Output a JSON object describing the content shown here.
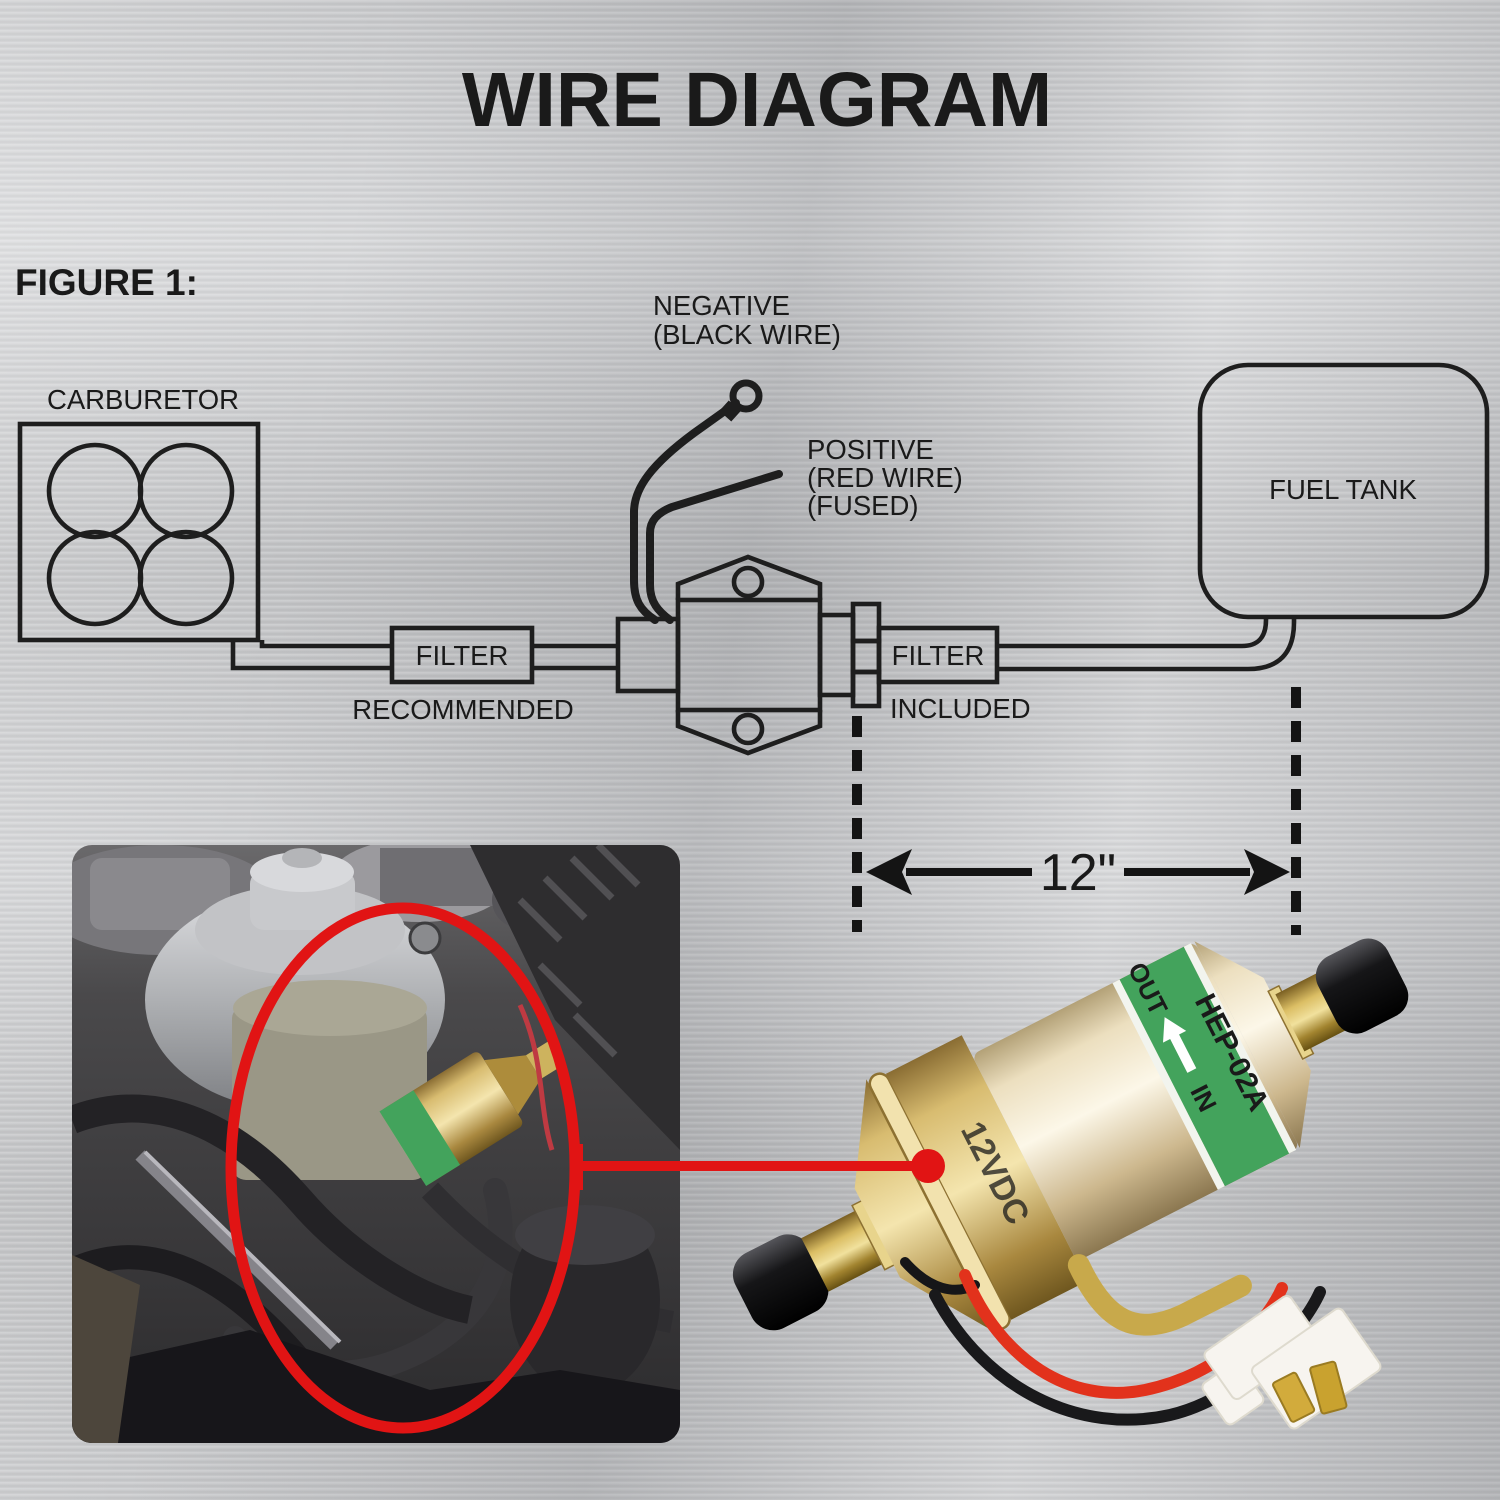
{
  "title": {
    "text": "WIRE DIAGRAM",
    "color": "#4a8fe8"
  },
  "figure_label": "FIGURE 1:",
  "schematic": {
    "carburetor_label": "CARBURETOR",
    "negative_label": {
      "line1": "NEGATIVE",
      "line2": "(BLACK WIRE)"
    },
    "positive_label": {
      "line1": "POSITIVE",
      "line2": "(RED WIRE)",
      "line3": "(FUSED)"
    },
    "filter_left": {
      "label": "FILTER",
      "note": "RECOMMENDED"
    },
    "filter_right": {
      "label": "FILTER",
      "note": "INCLUDED"
    },
    "fuel_tank_label": "FUEL TANK",
    "hose_length": "12\"",
    "line_color": "#1e1e1e"
  },
  "pump_photo": {
    "label_model": "HEP-02A",
    "label_out": "OUT",
    "label_in": "IN",
    "stamp": "12VDC",
    "label_green": "#43a35c"
  },
  "annotation": {
    "red": "#e11414"
  }
}
